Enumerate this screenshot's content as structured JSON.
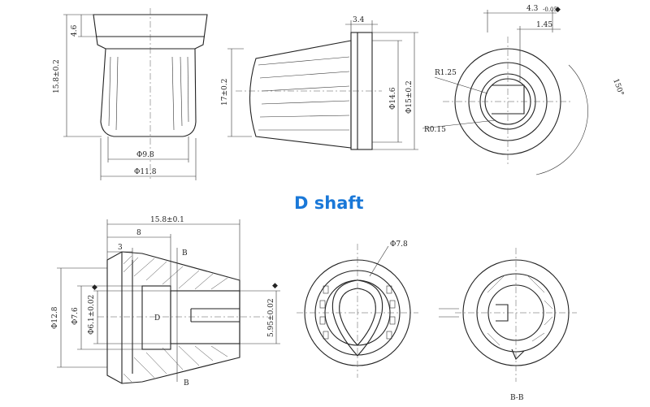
{
  "title": "D shaft",
  "accent_color": "#1a78d8",
  "front_view": {
    "height": "15.8±0.2",
    "top_height": "4.6",
    "inner_dia": "Φ9.8",
    "outer_dia": "Φ11.8"
  },
  "side_view": {
    "length_left": "3.4",
    "height": "17±0.2",
    "dia_inner": "Φ14.6",
    "dia_outer": "Φ15±0.2"
  },
  "end_view": {
    "width_top": "4.3",
    "tol_top": "-0.05",
    "width_sub": "1.45",
    "radius_1": "R1.25",
    "radius_2": "R0.15",
    "angle": "150°"
  },
  "section_view": {
    "total_length": "15.8±0.1",
    "len_8": "8",
    "len_3": "3",
    "dia_12_8": "Φ12.8",
    "dia_7_6": "Φ7.6",
    "dia_6_1": "Φ6.1±0.02",
    "dia_5_95": "5.95±0.02",
    "section_mark": "B",
    "inner_label": "D"
  },
  "bottom_view": {
    "dia_7_8": "Φ7.8"
  },
  "section_bb": {
    "label": "B-B"
  }
}
